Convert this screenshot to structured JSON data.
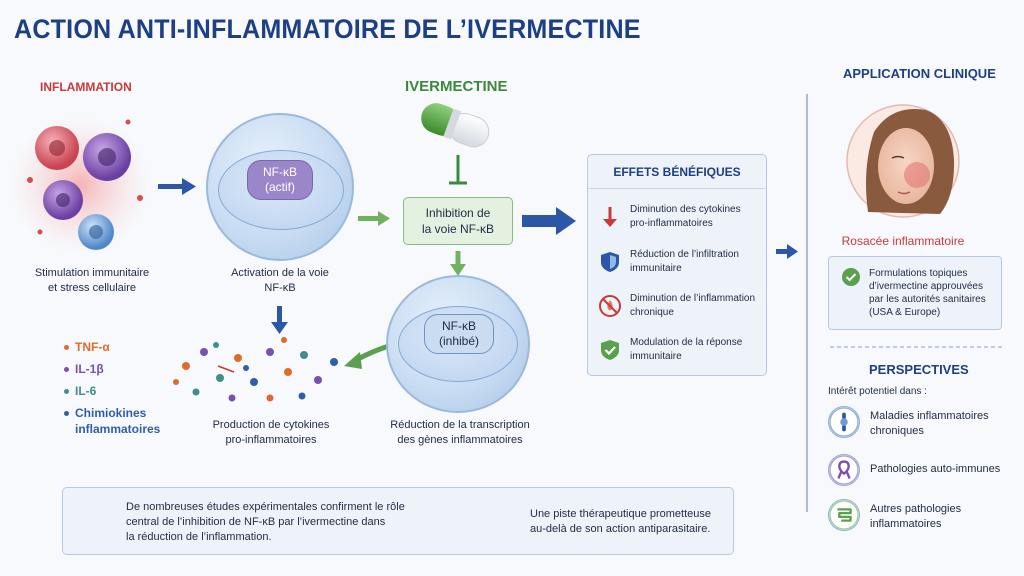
{
  "title": "ACTION ANTI-INFLAMMATOIRE DE L’IVERMECTINE",
  "inflammation": {
    "heading": "INFLAMMATION",
    "caption_line1": "Stimulation immunitaire",
    "caption_line2": "et stress cellulaire"
  },
  "activation": {
    "nfkb_line1": "NF-κB",
    "nfkb_line2": "(actif)",
    "caption_line1": "Activation de la voie",
    "caption_line2": "NF-κB"
  },
  "ivermectine": {
    "heading": "IVERMECTINE",
    "box_line1": "Inhibition de",
    "box_line2": "la voie NF-κB"
  },
  "inhibited": {
    "nfkb_line1": "NF-κB",
    "nfkb_line2": "(inhibé)",
    "caption_line1": "Réduction de la transcription",
    "caption_line2": "des gènes inflammatoires"
  },
  "cytokines": {
    "items": [
      {
        "label": "TNF-α",
        "color": "#e06a2c"
      },
      {
        "label": "IL-1β",
        "color": "#7a4fb0"
      },
      {
        "label": "IL-6",
        "color": "#3e8e8a"
      },
      {
        "label": "Chimiokines",
        "color": "#2f5fa8"
      }
    ],
    "last_line2": "inflammatoires",
    "caption_line1": "Production de cytokines",
    "caption_line2": "pro-inflammatoires"
  },
  "effects": {
    "heading": "EFFETS BÉNÉFIQUES",
    "items": [
      {
        "line1": "Diminution des cytokines",
        "line2": "pro-inflammatoires",
        "icon": "down-arrow-icon"
      },
      {
        "line1": "Réduction de l’infiltration",
        "line2": "immunitaire",
        "icon": "shield-icon"
      },
      {
        "line1": "Diminution de l’inflammation",
        "line2": "chronique",
        "icon": "no-fire-icon"
      },
      {
        "line1": "Modulation de la réponse",
        "line2": "immunitaire",
        "icon": "shield-check-icon"
      }
    ]
  },
  "clinical": {
    "heading": "APPLICATION CLINIQUE",
    "condition": "Rosacée inflammatoire",
    "card_lines": [
      "Formulations topiques",
      "d’ivermectine approuvées",
      "par les autorités sanitaires",
      "(USA & Europe)"
    ]
  },
  "perspectives": {
    "heading": "PERSPECTIVES",
    "intro": "Intérêt potentiel dans :",
    "items": [
      {
        "line1": "Maladies inflammatoires",
        "line2": "chroniques",
        "icon": "joint-icon"
      },
      {
        "line1": "Pathologies auto-immunes",
        "line2": "",
        "icon": "ribbon-icon"
      },
      {
        "line1": "Autres pathologies",
        "line2": "inflammatoires",
        "icon": "intestine-icon"
      }
    ]
  },
  "bottom": {
    "left_lines": [
      "De nombreuses études expérimentales confirment le rôle",
      "central de l’inhibition de NF-κB par l’ivermectine dans",
      "la réduction de l’inflammation."
    ],
    "right_lines": [
      "Une piste thérapeutique prometteuse",
      "au-delà de son action antiparasitaire."
    ]
  },
  "colors": {
    "title": "#1c3f86",
    "arrow_blue": "#2c56a6",
    "arrow_green": "#5aa04e",
    "inflammation_red": "#c83a3a"
  }
}
